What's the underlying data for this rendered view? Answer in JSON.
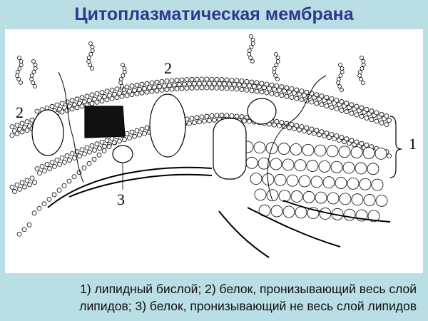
{
  "title": "Цитоплазматическая мембрана",
  "diagram": {
    "labels": {
      "bilayer": "1",
      "protein_through_left": "2",
      "protein_through_top": "2",
      "protein_partial": "3"
    }
  },
  "caption": {
    "line1": "1) липидный бислой; 2) белок, пронизывающий весь слой",
    "line2": "липидов; 3) белок, пронизывающий не весь слой липидов"
  }
}
